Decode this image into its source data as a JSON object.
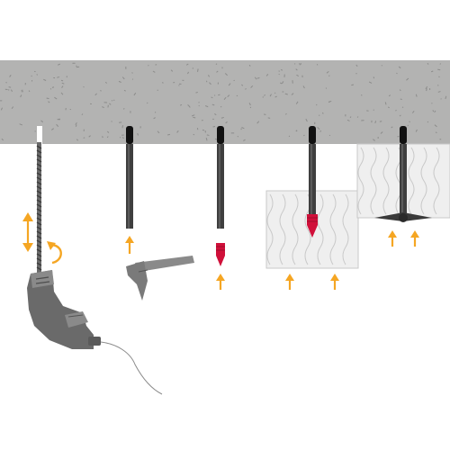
{
  "diagram": {
    "description_visible_text": "",
    "colors": {
      "background": "#ffffff",
      "concrete": "#b3b3b2",
      "concrete_speckle": "#8c8c8b",
      "anchor_dark": "#3f3f3f",
      "anchor_tip": "#111111",
      "arrow_orange": "#f5a623",
      "pin_red": "#d0103a",
      "insulation_fill": "#efefef",
      "insulation_line": "#c9c9c9",
      "drill_body": "#6a6a6a",
      "drill_light": "#8a8a8a",
      "hammer_metal": "#7a7a7a",
      "hammer_handle": "#8a8a8a"
    },
    "steps": [
      {
        "name": "drill-hole",
        "icons": [
          "drill-icon",
          "drill-bit-icon",
          "arrow-up-down-icon",
          "rotate-arrow-icon"
        ]
      },
      {
        "name": "insert-anchor",
        "icons": [
          "anchor-sleeve-icon",
          "arrow-up-icon"
        ]
      },
      {
        "name": "hammer-anchor",
        "icons": [
          "hammer-icon"
        ]
      },
      {
        "name": "insert-pin",
        "icons": [
          "anchor-sleeve-icon",
          "expansion-pin-icon",
          "arrow-up-icon"
        ]
      },
      {
        "name": "fasten-insulation-board",
        "icons": [
          "insulation-board-icon",
          "anchor-sleeve-icon",
          "expansion-pin-icon",
          "arrow-up-icon"
        ]
      },
      {
        "name": "fasten-thick-insulation",
        "icons": [
          "insulation-board-icon",
          "anchor-washer-icon",
          "arrow-up-icon"
        ]
      }
    ]
  }
}
